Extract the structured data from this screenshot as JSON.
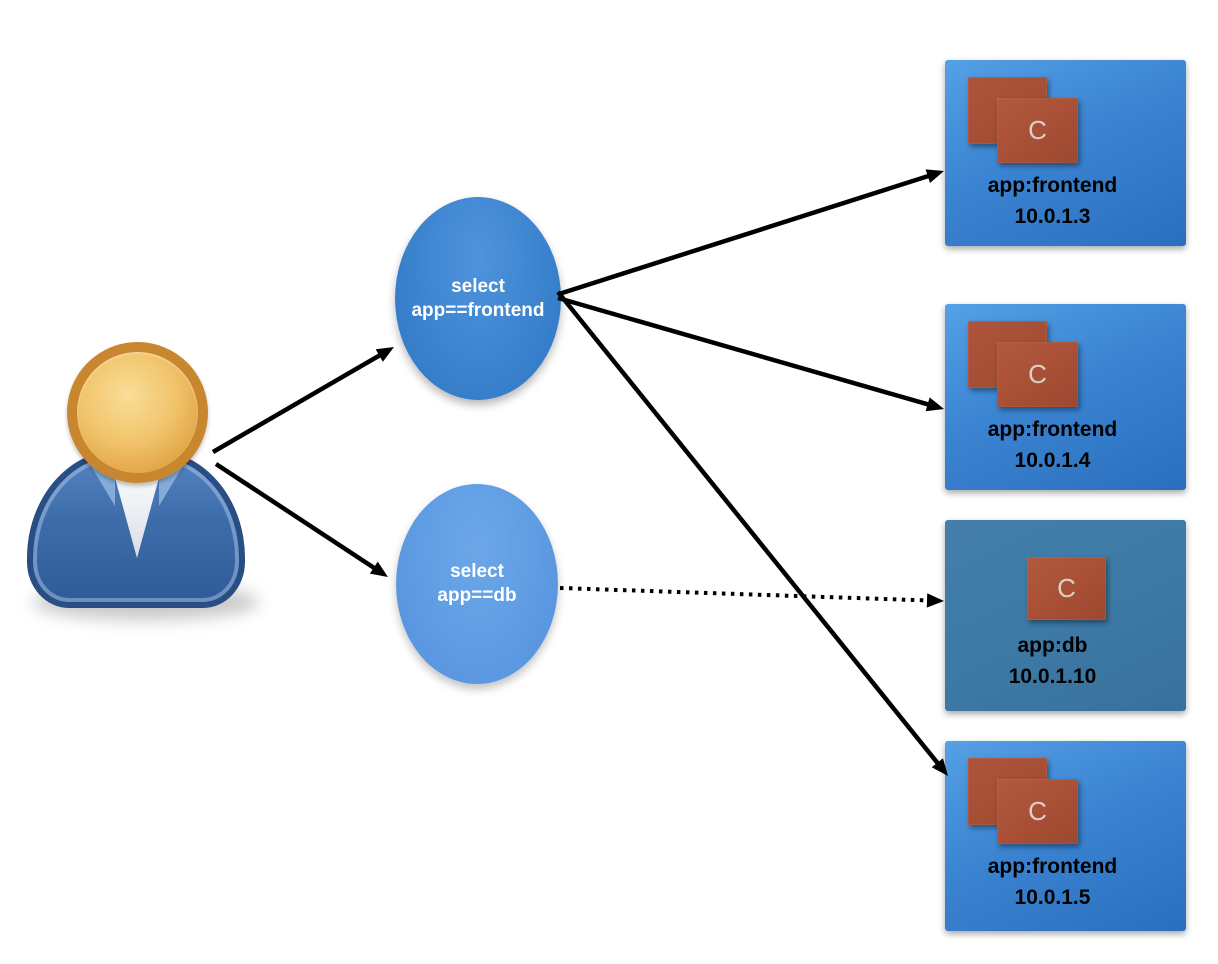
{
  "diagram": {
    "user": {
      "icon": "user-icon"
    },
    "selectors": [
      {
        "id": "selector-frontend",
        "line1": "select",
        "line2": "app==frontend"
      },
      {
        "id": "selector-db",
        "line1": "select",
        "line2": "app==db"
      }
    ],
    "pods": [
      {
        "label": "app:frontend",
        "ip": "10.0.1.3",
        "containers": 2,
        "type": "frontend"
      },
      {
        "label": "app:frontend",
        "ip": "10.0.1.4",
        "containers": 2,
        "type": "frontend"
      },
      {
        "label": "app:db",
        "ip": "10.0.1.10",
        "containers": 1,
        "type": "db"
      },
      {
        "label": "app:frontend",
        "ip": "10.0.1.5",
        "containers": 2,
        "type": "frontend"
      }
    ],
    "container_letter": "C",
    "edges": [
      {
        "from": "user",
        "to": "selector-frontend",
        "style": "solid"
      },
      {
        "from": "user",
        "to": "selector-db",
        "style": "solid"
      },
      {
        "from": "selector-frontend",
        "to": "pod 10.0.1.3",
        "style": "solid"
      },
      {
        "from": "selector-frontend",
        "to": "pod 10.0.1.4",
        "style": "solid"
      },
      {
        "from": "selector-frontend",
        "to": "pod 10.0.1.5",
        "style": "solid"
      },
      {
        "from": "selector-db",
        "to": "pod 10.0.1.10",
        "style": "dotted"
      }
    ],
    "colors": {
      "selector_frontend": "#3b82cc",
      "selector_db": "#5d9ae2",
      "pod_frontend": "#3b84d2",
      "pod_db": "#3d7aa6",
      "container": "#a84f36",
      "arrow": "#000000",
      "pod_label_text": "#000000",
      "selector_text": "#ffffff"
    }
  }
}
